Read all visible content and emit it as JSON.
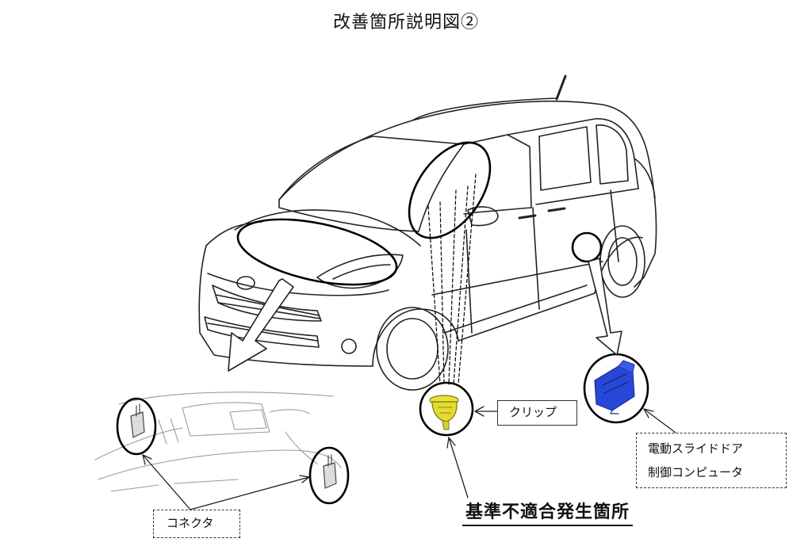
{
  "title": "改善箇所説明図②",
  "labels": {
    "clip": "クリップ",
    "controller_line1": "電動スライドドア",
    "controller_line2": "制御コンピュータ",
    "connector": "コネクタ",
    "nonconformity": "基準不適合発生箇所"
  },
  "colors": {
    "clip": "#e8e23a",
    "controller": "#2747d6",
    "line": "#222222"
  }
}
